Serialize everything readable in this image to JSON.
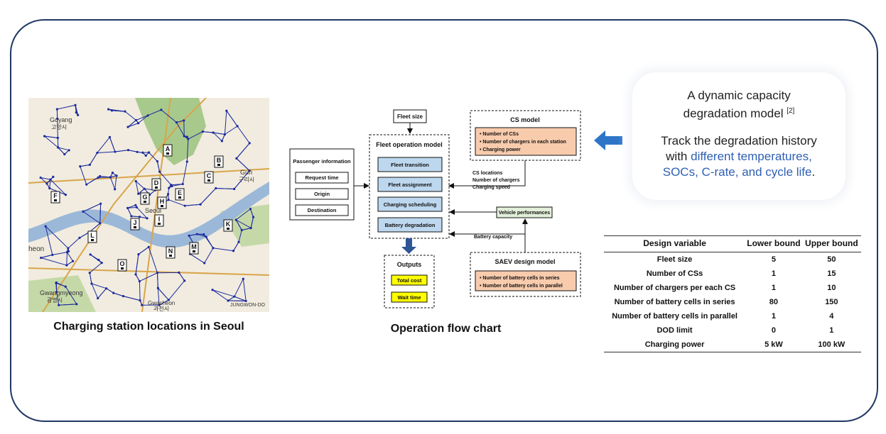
{
  "map": {
    "caption": "Charging station locations in Seoul",
    "places": [
      "Goyang",
      "고양시",
      "Seoul",
      "Guri",
      "구리시",
      "Gwangmyeong",
      "광명시",
      "Gwacheon",
      "과천시",
      "heon",
      "JUNGWON-DO"
    ],
    "station_labels": [
      "A",
      "B",
      "C",
      "D",
      "E",
      "F",
      "G",
      "H",
      "I",
      "J",
      "K",
      "L",
      "M",
      "N",
      "O"
    ]
  },
  "flow": {
    "caption": "Operation flow chart",
    "fleet_size": "Fleet size",
    "passenger": {
      "title": "Passenger information",
      "items": [
        "Request time",
        "Origin",
        "Destination"
      ]
    },
    "fleet_model": {
      "title": "Fleet operation model",
      "items": [
        "Fleet transition",
        "Fleet assignment",
        "Charging scheduling",
        "Battery degradation"
      ]
    },
    "cs_model": {
      "title": "CS model",
      "items": [
        "Number of CSs",
        "Number of chargers in each station",
        "Charging power"
      ]
    },
    "cs_outputs": [
      "CS locations",
      "Number of chargers",
      "Charging speed"
    ],
    "vehicle_perf": "Vehicle performances",
    "battery_capacity": "Battery capacity",
    "saev_model": {
      "title": "SAEV design model",
      "items": [
        "Number of battery cells in series",
        "Number of battery cells in parallel"
      ]
    },
    "outputs": {
      "title": "Outputs",
      "items": [
        "Total cost",
        "Wait time"
      ]
    },
    "colors": {
      "blue_box": "#bdd7ee",
      "orange_box": "#f8cbad",
      "green_box": "#e2efd9",
      "yellow_box": "#ffff00"
    }
  },
  "callout": {
    "title_line1": "A dynamic capacity",
    "title_line2": "degradation model",
    "ref": "[2]",
    "body_line1": "Track the degradation history",
    "body_line2_plain": "with ",
    "body_line2_hl": "different temperatures,",
    "body_line3_hl": "SOCs, C-rate, and cycle life",
    "body_line3_end": "."
  },
  "table": {
    "headers": [
      "Design variable",
      "Lower bound",
      "Upper bound"
    ],
    "rows": [
      [
        "Fleet size",
        "5",
        "50"
      ],
      [
        "Number of CSs",
        "1",
        "15"
      ],
      [
        "Number of chargers per each CS",
        "1",
        "10"
      ],
      [
        "Number of battery cells in series",
        "80",
        "150"
      ],
      [
        "Number of battery cells in parallel",
        "1",
        "4"
      ],
      [
        "DOD limit",
        "0",
        "1"
      ],
      [
        "Charging power",
        "5 kW",
        "100 kW"
      ]
    ]
  }
}
